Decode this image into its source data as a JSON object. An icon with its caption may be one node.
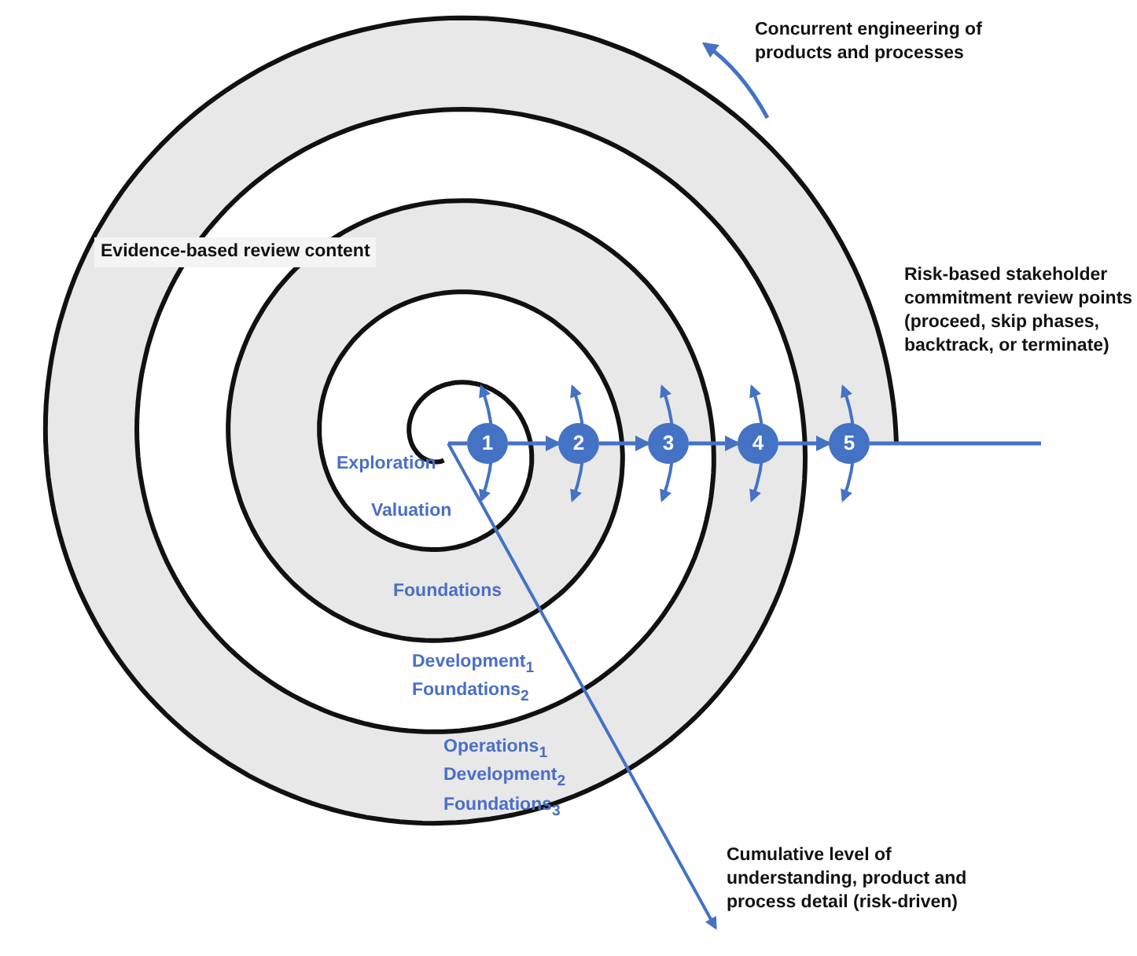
{
  "diagram": {
    "nodes": [
      {
        "text": [
          "1"
        ]
      },
      {
        "text": [
          "2"
        ]
      },
      {
        "text": [
          "3"
        ]
      },
      {
        "text": [
          "4"
        ]
      },
      {
        "text": [
          "5"
        ]
      }
    ],
    "edges": [
      {
        "from": null,
        "to": 0,
        "arrow": "none"
      },
      {
        "from": 0,
        "to": 1,
        "arrow": "to"
      },
      {
        "from": 1,
        "to": 2,
        "arrow": "to"
      },
      {
        "from": 2,
        "to": 3,
        "arrow": "to"
      },
      {
        "from": 3,
        "to": 4,
        "arrow": "to"
      },
      {
        "from": 4,
        "to": null,
        "arrow": "none"
      }
    ],
    "labels": [
      "Concurrent engineering of products and processes",
      "Evidence-based review content",
      "Risk-based stakeholder commitment review points (proceed, skip phases, backtrack, or terminate)",
      "Exploration",
      "Valuation",
      "Foundations",
      "Development$_{1}$ Foundations$_{2}$",
      "Operations$_{1}$ Development$_{2}$ Foundations$_{3}$",
      "Cumulative level of understanding, product and process detail (risk-driven)"
    ]
  }
}
